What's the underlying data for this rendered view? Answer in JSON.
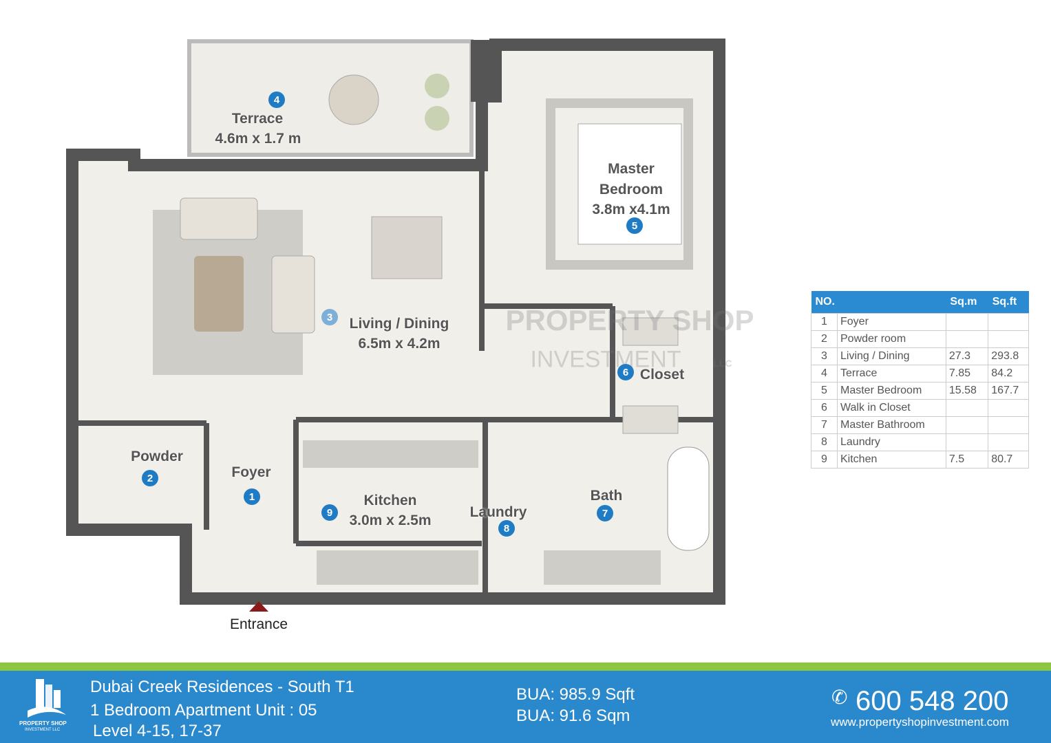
{
  "rooms": {
    "terrace": {
      "no": "4",
      "name": "Terrace",
      "size": "4.6m x 1.7 m"
    },
    "bedroom": {
      "no": "5",
      "name1": "Master",
      "name2": "Bedroom",
      "size": "3.8m x4.1m"
    },
    "living": {
      "no": "3",
      "name": "Living / Dining",
      "size": "6.5m x 4.2m"
    },
    "closet": {
      "no": "6",
      "name": "Closet"
    },
    "powder": {
      "no": "2",
      "name": "Powder"
    },
    "foyer": {
      "no": "1",
      "name": "Foyer"
    },
    "kitchen": {
      "no": "9",
      "name": "Kitchen",
      "size": "3.0m x 2.5m"
    },
    "laundry": {
      "no": "8",
      "name": "Laundry"
    },
    "bath": {
      "no": "7",
      "name": "Bath"
    }
  },
  "entrance": "Entrance",
  "watermark": {
    "line1": "PROPERTY SHOP",
    "line2": "INVESTMENT",
    "llc": "LLC"
  },
  "table": {
    "headers": [
      "NO.",
      "Sq.m",
      "Sq.ft"
    ],
    "rows": [
      {
        "no": "1",
        "name": "Foyer",
        "sqm": "",
        "sqft": ""
      },
      {
        "no": "2",
        "name": "Powder room",
        "sqm": "",
        "sqft": ""
      },
      {
        "no": "3",
        "name": "Living / Dining",
        "sqm": "27.3",
        "sqft": "293.8"
      },
      {
        "no": "4",
        "name": "Terrace",
        "sqm": "7.85",
        "sqft": "84.2"
      },
      {
        "no": "5",
        "name": "Master Bedroom",
        "sqm": "15.58",
        "sqft": "167.7"
      },
      {
        "no": "6",
        "name": "Walk in Closet",
        "sqm": "",
        "sqft": ""
      },
      {
        "no": "7",
        "name": "Master Bathroom",
        "sqm": "",
        "sqft": ""
      },
      {
        "no": "8",
        "name": "Laundry",
        "sqm": "",
        "sqft": ""
      },
      {
        "no": "9",
        "name": "Kitchen",
        "sqm": "7.5",
        "sqft": "80.7"
      }
    ]
  },
  "footer": {
    "logo_line1": "PROPERTY SHOP",
    "logo_line2": "INVESTMENT LLC",
    "project": "Dubai Creek Residences - South T1",
    "unit": "1 Bedroom Apartment  Unit : 05",
    "level": "Level  4-15, 17-37",
    "bua_sqft": "BUA: 985.9 Sqft",
    "bua_sqm": "BUA: 91.6 Sqm",
    "phone": "600 548 200",
    "website": "www.propertyshopinvestment.com"
  },
  "colors": {
    "blue": "#2a88cc",
    "green": "#8dc63f",
    "badge": "#1f7cc4",
    "wall": "#555555"
  }
}
